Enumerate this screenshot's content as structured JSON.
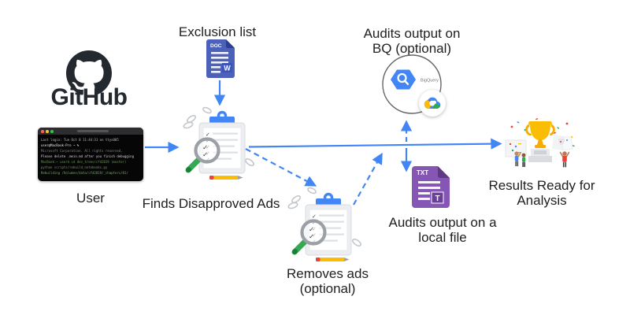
{
  "diagram": {
    "github": {
      "wordmark": "GitHub",
      "user_label": "User"
    },
    "terminal": {
      "lines": [
        "Last login: Tue Oct 8 11:44:31 on ttys005",
        "user@MacBook-Pro ~ %",
        "Microsoft Corporation. All rights reserved.",
        "Please delete .mein.md after you finish debugging",
        "MacBook:~ user$ cd dev_trees/cfd2019 (master)",
        "python scripts/rebuild_notebooks.py",
        "Rebuilding /Volumes/data/cfd2019/_chapters/01/"
      ]
    },
    "exclusion": {
      "label": "Exclusion list",
      "file_type": "DOC",
      "file_letter": "W"
    },
    "finds": {
      "label": "Finds Disapproved Ads"
    },
    "removes": {
      "line1": "Removes ads",
      "line2": "(optional)"
    },
    "bq": {
      "line1": "Audits output on",
      "line2": "BQ (optional)",
      "logo_text": "BigQuery"
    },
    "local_file": {
      "line1": "Audits output on a",
      "line2": "local file",
      "file_type": "TXT",
      "file_letter": "T"
    },
    "results": {
      "line1": "Results Ready for",
      "line2": "Analysis"
    }
  },
  "colors": {
    "arrow_blue": "#4285F4",
    "google_red": "#EA4335",
    "google_yellow": "#FBBC04",
    "google_green": "#34A853",
    "doc_icon_blue": "#4C61BA",
    "txt_icon_purple": "#8656B4",
    "github_dark": "#24292F"
  }
}
